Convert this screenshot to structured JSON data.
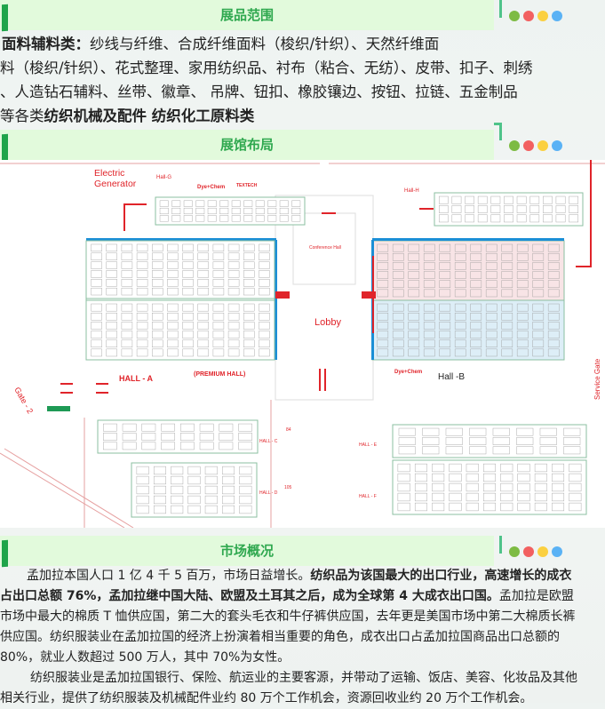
{
  "sections": {
    "scope": {
      "title": "展品范围"
    },
    "layout": {
      "title": "展馆布局"
    },
    "market": {
      "title": "市场概况"
    }
  },
  "dot_colors": [
    "#7dbb43",
    "#f26060",
    "#fbd040",
    "#5ab2f5"
  ],
  "scope": {
    "line1_bold": "面料辅料类：",
    "line1": "纱线与纤维、合成纤维面料（梭织/针织）、天然纤维面",
    "line2": "料（梭织/针织）、花式整理、家用纺织品、衬布（粘合、无纺）、皮带、扣子、刺绣",
    "line3": "、人造钻石辅料、丝带、徽章、 吊牌、钮扣、橡胶镶边、按钮、拉链、五金制品",
    "line4_a": "等各类",
    "line4_b": "纺织机械及配件  纺织化工原料类"
  },
  "map": {
    "electric_generator_1": "Electric",
    "electric_generator_2": "Generator",
    "hall_g": "Hall-G",
    "hall_h": "Hall-H",
    "conference_hall": "Conference Hall",
    "lobby": "Lobby",
    "hall_a": "HALL - A",
    "premium_hall": "(PREMIUM HALL)",
    "hall_b": "Hall -B",
    "hall_c": "HALL - C",
    "hall_d": "HALL - D",
    "hall_e": "HALL - E",
    "hall_f": "HALL - F",
    "gate_2": "Gate - 2",
    "service_gate": "Service Gate",
    "dim_84": "84",
    "dim_105": "105",
    "dyechem": "Dye+Chem",
    "textech": "TEXTECH"
  },
  "market": {
    "p1_a": "孟加拉本国人口 1 亿 4 千 5 百万，市场日益增长。",
    "p1_b": "纺织品为该国最大的出口行业，高速增长的成衣",
    "p1_c": "占出口总额 76%，孟加拉继中国大陆、欧盟及土耳其之后，成为全球第 4 大成衣出口国。",
    "p1_d": "孟加拉是欧盟",
    "p1_e": "市场中最大的棉质 T 恤供应国，第二大的套头毛衣和牛仔裤供应国，去年更是美国市场中第二大棉质长裤",
    "p1_f": "供应国。纺织服装业在孟加拉国的经济上扮演着相当重要的角色，成衣出口占孟加拉国商品出口总额的",
    "p1_g": "80%，就业人数超过 500 万人，其中 70%为女性。",
    "p2_a": "纺织服装业是孟加拉国银行、保险、航运业的主要客源，并带动了运输、饭店、美容、化妆品及其他",
    "p2_b": "相关行业，提供了纺织服装及机械配件业约 80 万个工作机会，资源回收业约 20 万个工作机会。"
  }
}
